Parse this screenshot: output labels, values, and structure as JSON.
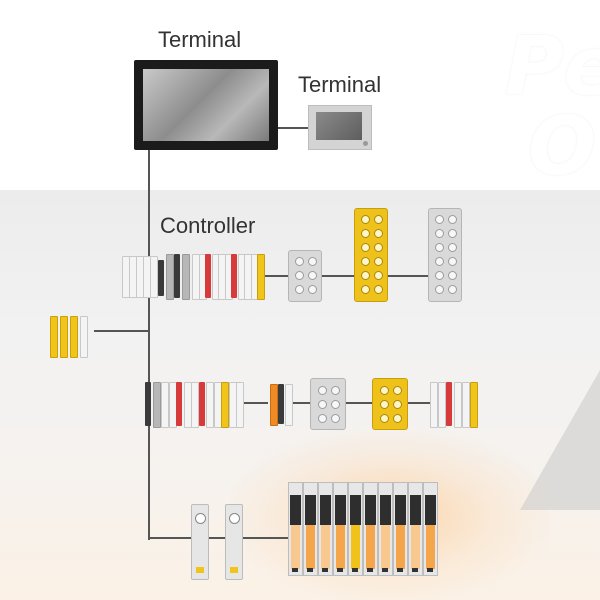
{
  "labels": {
    "terminal_main": "Terminal",
    "terminal_secondary": "Terminal",
    "controller": "Controller"
  },
  "background_text": {
    "line1": "Pe",
    "line2": "O"
  },
  "colors": {
    "line": "#555555",
    "accent_yellow": "#f0c419",
    "accent_orange": "#f08a24",
    "module_grey": "#d9d9d9",
    "terminal_frame": "#1b1b1b"
  },
  "icons": [
    "terminal-hmi-icon",
    "controller-icon",
    "io-module-icon",
    "drive-icon"
  ]
}
